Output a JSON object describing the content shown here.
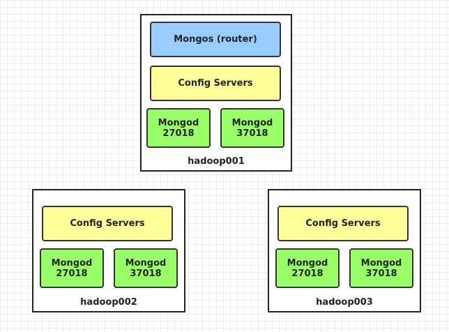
{
  "colors": {
    "router": "#99ccff",
    "config": "#ffff99",
    "mongod": "#99ff66",
    "border": "#333333"
  },
  "hosts": [
    {
      "name": "hadoop001",
      "router": "Mongos (router)",
      "config": "Config Servers",
      "mongod": [
        {
          "label": "Mongod",
          "port": "27018"
        },
        {
          "label": "Mongod",
          "port": "37018"
        }
      ]
    },
    {
      "name": "hadoop002",
      "config": "Config Servers",
      "mongod": [
        {
          "label": "Mongod",
          "port": "27018"
        },
        {
          "label": "Mongod",
          "port": "37018"
        }
      ]
    },
    {
      "name": "hadoop003",
      "config": "Config Servers",
      "mongod": [
        {
          "label": "Mongod",
          "port": "27018"
        },
        {
          "label": "Mongod",
          "port": "37018"
        }
      ]
    }
  ]
}
